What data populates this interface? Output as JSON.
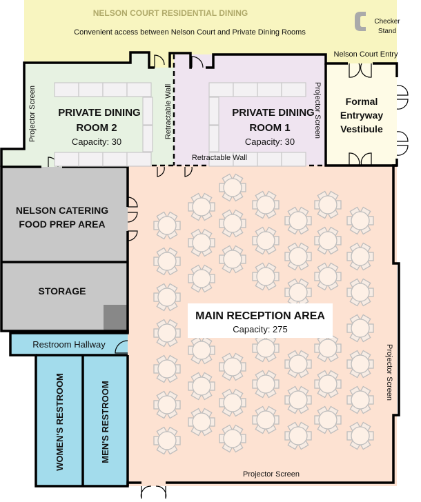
{
  "plan": {
    "title": "NELSON COURT RESIDENTIAL DINING",
    "access_note": "Convenient access between Nelson Court and Private Dining Rooms",
    "checker_stand": [
      "Checker",
      "Stand"
    ],
    "nelson_court_entry": "Nelson Court Entry",
    "rooms": {
      "pdr2": {
        "name": [
          "PRIVATE DINING",
          "ROOM 2"
        ],
        "capacity": "Capacity: 30",
        "screen": "Projector Screen"
      },
      "pdr1": {
        "name": [
          "PRIVATE DINING",
          "ROOM 1"
        ],
        "capacity": "Capacity: 30",
        "screen": "Projector Screen"
      },
      "vestibule": {
        "name": [
          "Formal",
          "Entryway",
          "Vestibule"
        ]
      },
      "catering": {
        "name": [
          "NELSON CATERING",
          "FOOD PREP AREA"
        ]
      },
      "storage": {
        "name": "STORAGE"
      },
      "hallway": {
        "name": "Restroom Hallway"
      },
      "womens": {
        "name": "WOMEN'S RESTROOM"
      },
      "mens": {
        "name": "MEN'S RESTROOM"
      },
      "main": {
        "name": "MAIN RECEPTION AREA",
        "capacity": "Capacity: 275",
        "screen_right": "Projector Screen",
        "screen_bottom": "Projector Screen"
      }
    },
    "retractable_wall_vertical": "Retractable Wall",
    "retractable_wall_horizontal": "Retractable Wall",
    "colors": {
      "court": "#f8f5c0",
      "pdr2": "#e7f2e2",
      "pdr1": "#efe4f0",
      "vestibule": "#fefbe6",
      "main": "#fde2d2",
      "gray": "#c8c8c8",
      "blue": "#a3dcec",
      "title": "#b0aa6a"
    }
  }
}
